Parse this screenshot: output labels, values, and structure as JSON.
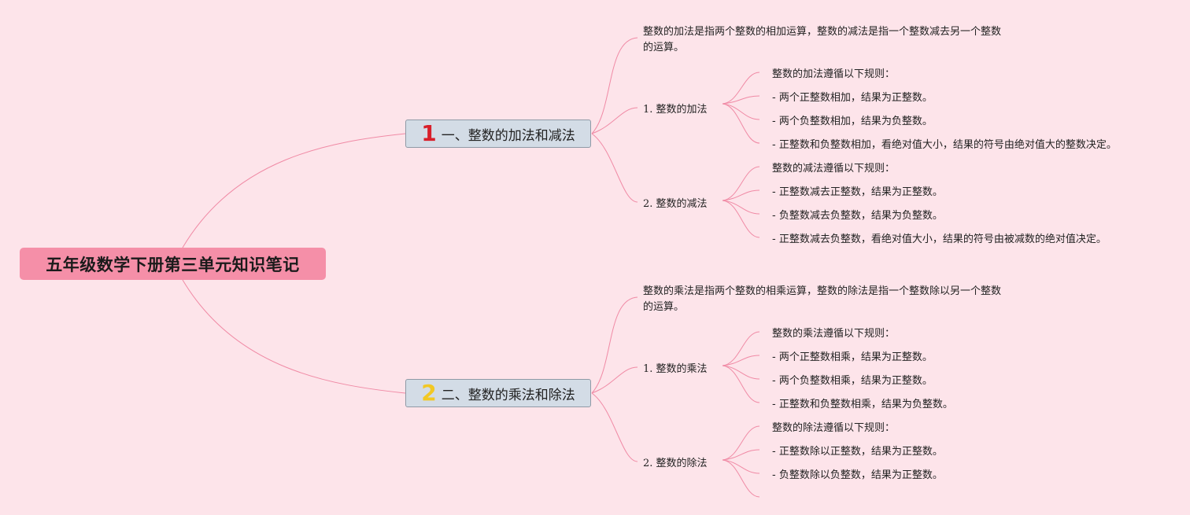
{
  "root": {
    "title": "五年级数学下册第三单元知识笔记"
  },
  "branches": [
    {
      "num": "1",
      "title": "一、整数的加法和减法",
      "desc": [
        "整数的加法是指两个整数的相加运算，整数的减法是指一个整数减去另一个整数",
        "的运算。"
      ],
      "subs": [
        {
          "title": "1. 整数的加法",
          "items": [
            "整数的加法遵循以下规则：",
            "- 两个正整数相加，结果为正整数。",
            "- 两个负整数相加，结果为负整数。",
            "- 正整数和负整数相加，看绝对值大小，结果的符号由绝对值大的整数决定。"
          ]
        },
        {
          "title": "2. 整数的减法",
          "items": [
            "整数的减法遵循以下规则：",
            "- 正整数减去正整数，结果为正整数。",
            "- 负整数减去负整数，结果为负整数。",
            "- 正整数减去负整数，看绝对值大小，结果的符号由被减数的绝对值决定。"
          ]
        }
      ]
    },
    {
      "num": "2",
      "title": "二、整数的乘法和除法",
      "desc": [
        "整数的乘法是指两个整数的相乘运算，整数的除法是指一个整数除以另一个整数",
        "的运算。"
      ],
      "subs": [
        {
          "title": "1. 整数的乘法",
          "items": [
            "整数的乘法遵循以下规则：",
            "- 两个正整数相乘，结果为正整数。",
            "- 两个负整数相乘，结果为正整数。",
            "- 正整数和负整数相乘，结果为负整数。"
          ]
        },
        {
          "title": "2. 整数的除法",
          "items": [
            "整数的除法遵循以下规则：",
            "- 正整数除以正整数，结果为正整数。",
            "- 负整数除以负整数，结果为正整数。",
            ""
          ]
        }
      ]
    }
  ],
  "colors": {
    "background": "#fde4ea",
    "root": "#f58fa8",
    "branch": "#d3dce6",
    "line": "#f08aa5",
    "num1": "#d81f2a",
    "num2": "#f2c824"
  }
}
